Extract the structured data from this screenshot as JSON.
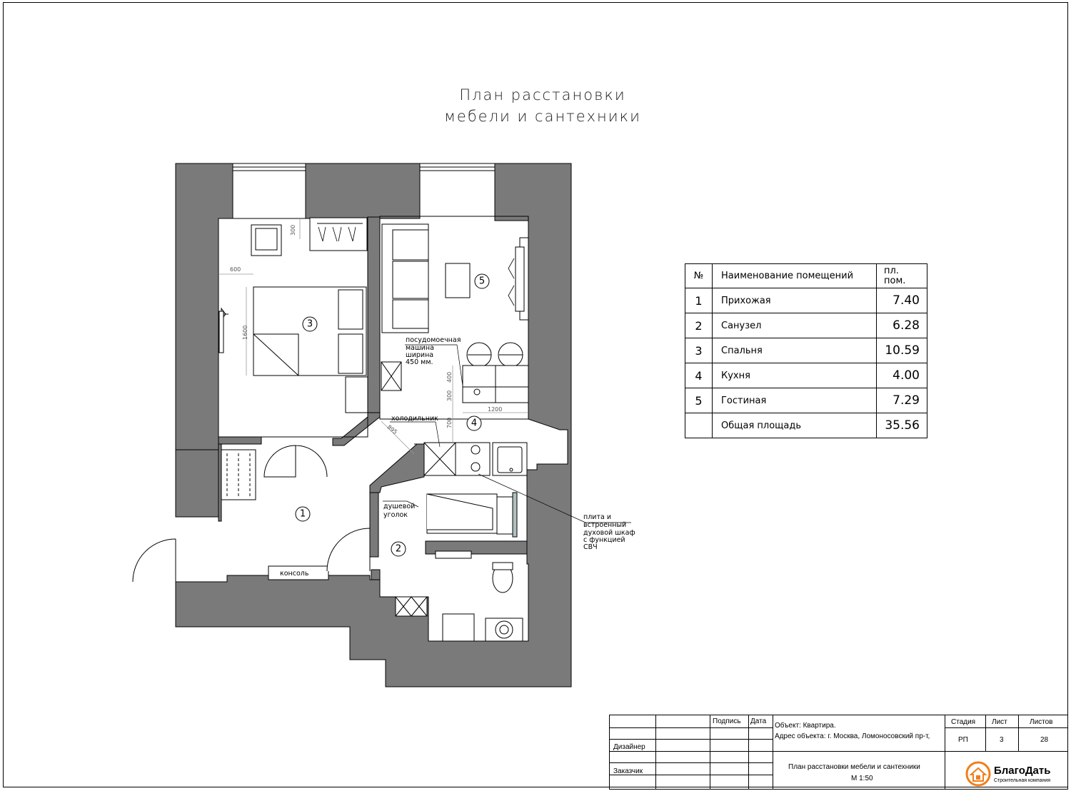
{
  "title": {
    "line1": "План расстановки",
    "line2": "мебели и сантехники"
  },
  "plan": {
    "room_numbers": [
      "1",
      "2",
      "3",
      "4",
      "5"
    ],
    "labels": {
      "dishwasher": [
        "посудомоечная",
        "машина",
        "ширина",
        "450 мм."
      ],
      "fridge": "холодильник",
      "shower": [
        "душевой",
        "уголок"
      ],
      "stove": [
        "плита и",
        "встроенный",
        "духовой шкаф",
        "с функцией",
        "СВЧ"
      ],
      "console": "консоль"
    },
    "dimensions": {
      "d300_top": "300",
      "d600": "600",
      "d1600": "1600",
      "d400": "400",
      "d300_kitchen": "300",
      "d700": "700",
      "d1200": "1200",
      "d895": "895"
    }
  },
  "room_table": {
    "headers": {
      "num": "№",
      "name": "Наименование помещений",
      "area_line1": "пл.",
      "area_line2": "пом."
    },
    "rows": [
      {
        "num": "1",
        "name": "Прихожая",
        "area": "7.40"
      },
      {
        "num": "2",
        "name": "Санузел",
        "area": "6.28"
      },
      {
        "num": "3",
        "name": "Спальня",
        "area": "10.59"
      },
      {
        "num": "4",
        "name": "Кухня",
        "area": "4.00"
      },
      {
        "num": "5",
        "name": "Гостиная",
        "area": "7.29"
      }
    ],
    "total": {
      "name": "Общая площадь",
      "area": "35.56"
    }
  },
  "stamp": {
    "sign": "Подпись",
    "date": "Дата",
    "designer": "Дизайнер",
    "customer": "Заказчик",
    "object": "Объект: Квартира.",
    "address": "Адрес объекта: г. Москва, Ломоносовский пр-т,",
    "stage_h": "Стадия",
    "sheet_h": "Лист",
    "sheets_h": "Листов",
    "stage": "РП",
    "sheet": "3",
    "sheets": "28",
    "drawing": "План расстановки мебели и сантехники",
    "scale": "М 1:50",
    "company": "БлагоДать",
    "company_sub": "Строительная компания"
  },
  "colors": {
    "wall": "#7a7a7a",
    "line": "#000000",
    "dim": "#9a9a9a",
    "logo": "#f07f1a"
  }
}
